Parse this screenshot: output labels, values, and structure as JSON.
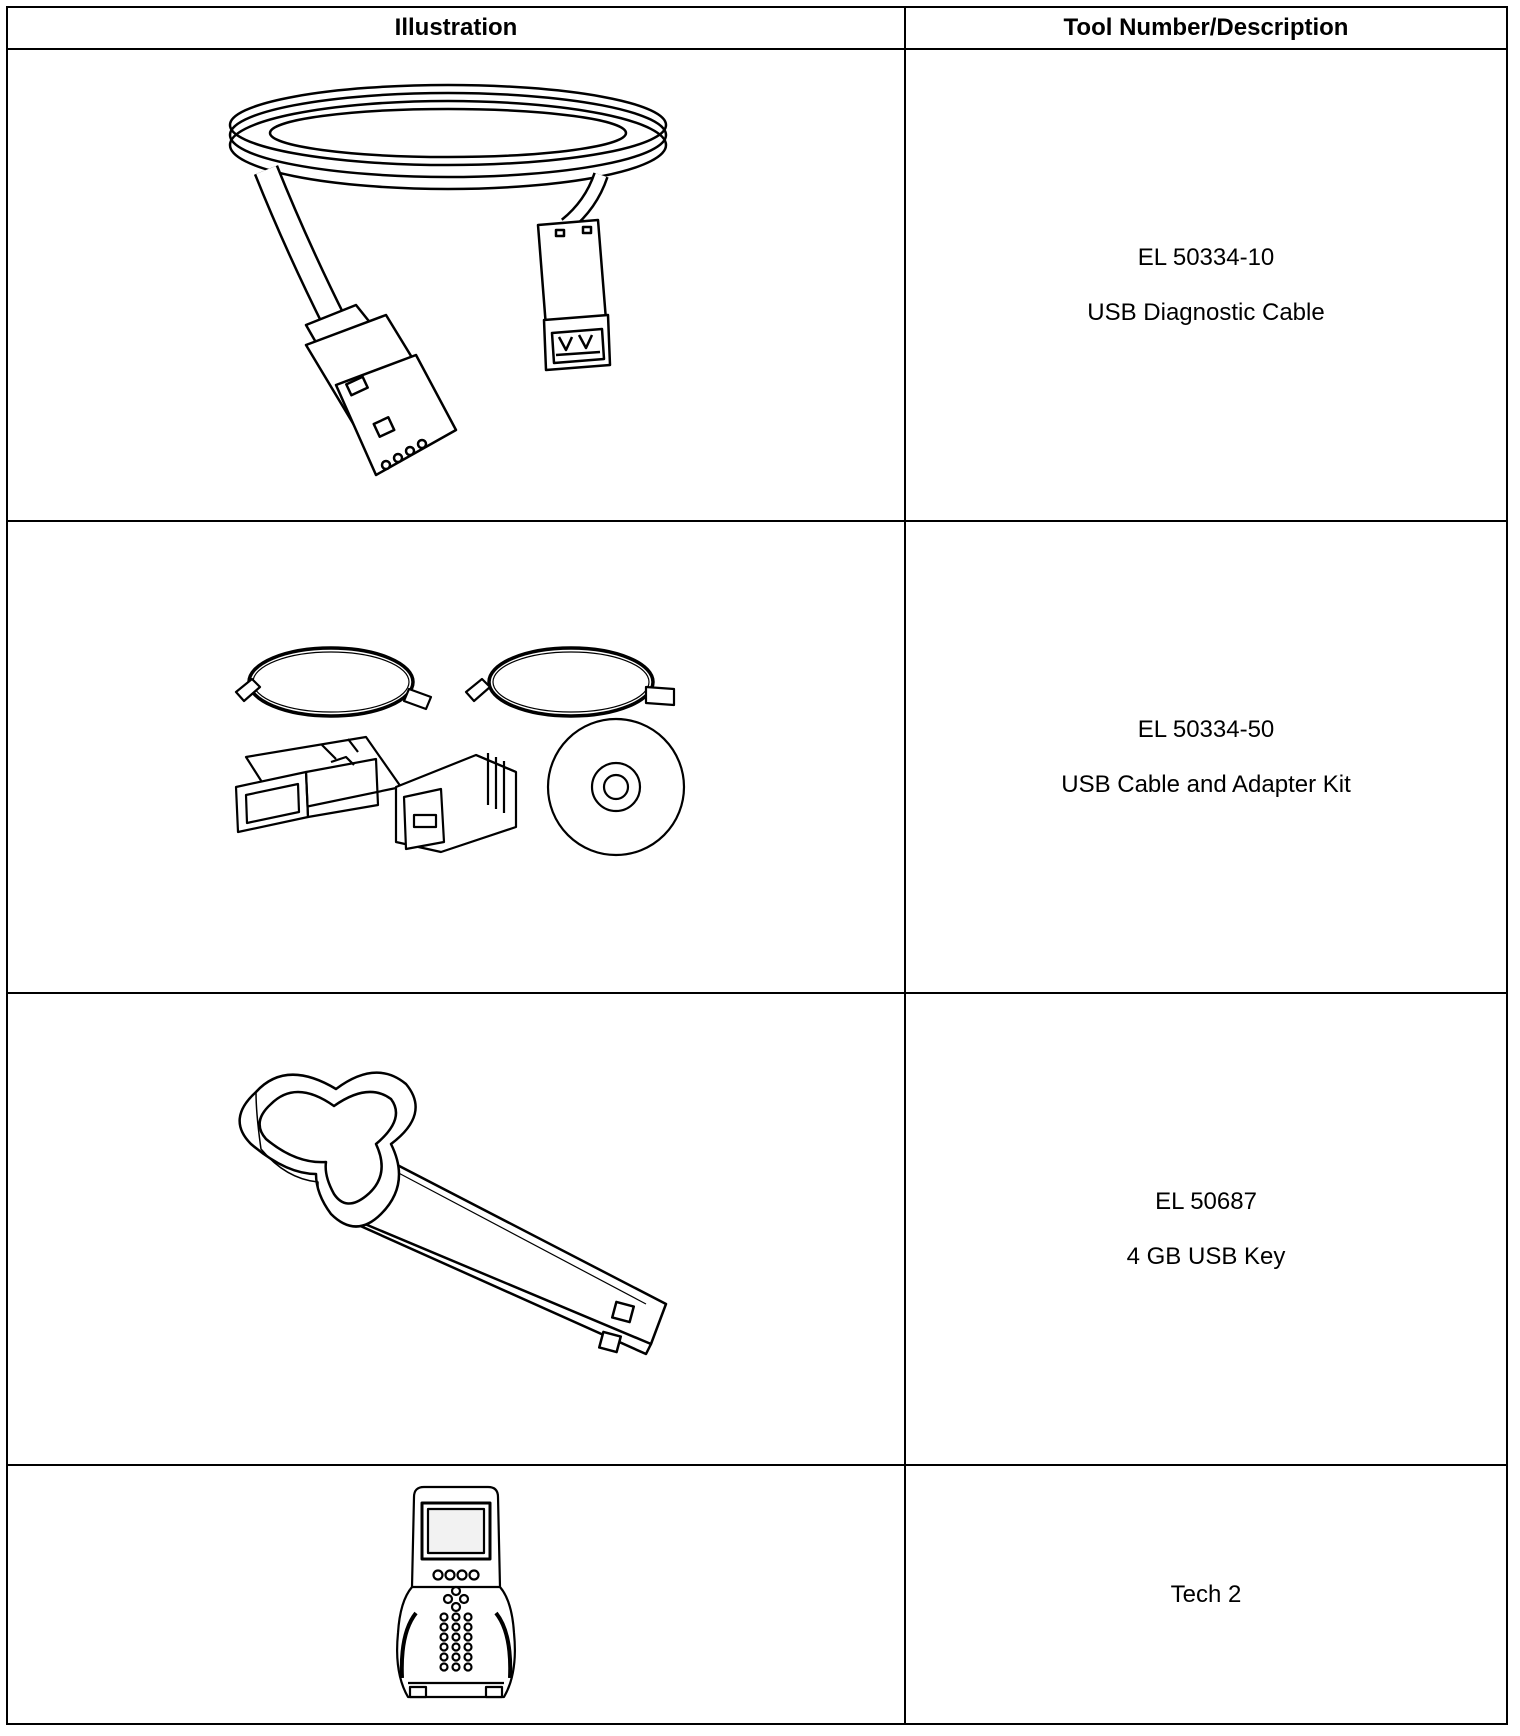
{
  "table": {
    "headers": {
      "illustration": "Illustration",
      "tool": "Tool Number/Description"
    },
    "rows": [
      {
        "number": "EL 50334-10",
        "description": "USB Diagnostic Cable",
        "illustration_icon": "usb-diagnostic-cable-icon"
      },
      {
        "number": "EL 50334-50",
        "description": "USB Cable and Adapter Kit",
        "illustration_icon": "usb-cable-adapter-kit-icon"
      },
      {
        "number": "EL 50687",
        "description": "4 GB USB Key",
        "illustration_icon": "usb-key-icon"
      },
      {
        "number": "",
        "description": "Tech 2",
        "illustration_icon": "tech2-scan-tool-icon"
      }
    ]
  }
}
